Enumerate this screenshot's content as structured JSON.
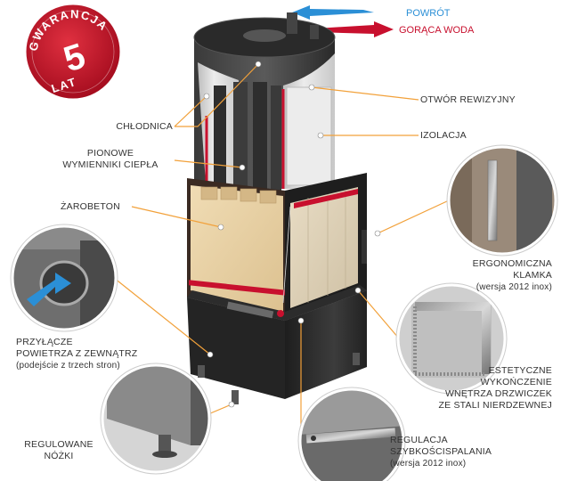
{
  "badge": {
    "top": "GWARANCJA",
    "number": "5",
    "bottom": "LAT"
  },
  "arrows": {
    "return": "POWRÓT",
    "hot_water": "GORĄCA WODA"
  },
  "labels": {
    "chlodnica": "CHŁODNICA",
    "pionowe_1": "PIONOWE",
    "pionowe_2": "WYMIENNIKI CIEPŁA",
    "zarobeton": "ŻAROBETON",
    "przylacze_1": "PRZYŁĄCZE",
    "przylacze_2": "POWIETRZA Z ZEWNĄTRZ",
    "przylacze_3": "(podejście z trzech stron)",
    "nozki_1": "REGULOWANE",
    "nozki_2": "NÓŻKI",
    "otwor": "OTWÓR REWIZYJNY",
    "izolacja": "IZOLACJA",
    "klamka_1": "ERGONOMICZNA",
    "klamka_2": "KLAMKA",
    "klamka_3": "(wersja 2012 inox)",
    "wykon_1": "ESTETYCZNE",
    "wykon_2": "WYKOŃCZENIE",
    "wykon_3": "WNĘTRZA DRZWICZEK",
    "wykon_4": "ZE STALI NIERDZEWNEJ",
    "regul_1": "REGULACJA",
    "regul_2": "SZYBKOŚCISPALANIA",
    "regul_3": "(wersja 2012 inox)"
  },
  "colors": {
    "accent_red": "#c8102e",
    "return_blue": "#2b8fd6",
    "leader_orange": "#f2a13a",
    "body_dark": "#2a2a2a",
    "insulation": "#d9d9d9",
    "firebrick": "#e8d2a6"
  }
}
